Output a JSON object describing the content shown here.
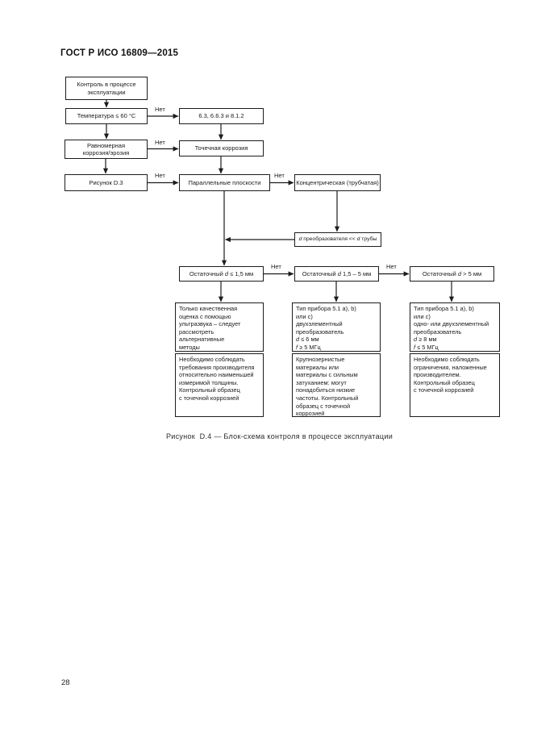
{
  "page": {
    "header": "ГОСТ Р ИСО 16809—2015",
    "caption": "Рисунок  D.4 — Блок-схема контроля в процессе эксплуатации",
    "number": "28"
  },
  "labels": {
    "no": "Нет"
  },
  "flowchart": {
    "control": "Контроль в процессе\nэксплуатации",
    "temperature": "Температура ≤ 60 °С",
    "sections": "6.3, 6.6.3 и 8.1.2",
    "uniform": "Равномерная\nкоррозия/эрозия",
    "pitting": "Точечная коррозия",
    "figure_d3": "Рисунок D.3",
    "parallel": "Параллельные плоскости",
    "concentric": "Концентрическая (трубчатая)",
    "transducer": {
      "v1": "d",
      "s1": " преобразователя << ",
      "v2": "d",
      "s2": " трубы"
    },
    "residual1": {
      "pre": "Остаточный ",
      "var": "d",
      "post": " ≤ 1,5 мм"
    },
    "residual2": {
      "pre": "Остаточный ",
      "var": "d",
      "post": " 1,5 – 5 мм"
    },
    "residual3": {
      "pre": "Остаточный ",
      "var": "d",
      "post": " > 5 мм"
    },
    "outcome1": {
      "a": "Только качественная\nоценка с помощью\nультразвука – следует\nрассмотреть\nальтернативные\nметоды",
      "b": "Необходимо соблюдать\nтребования производителя\nотносительно наименьшей\nизмеримой толщины.\nКонтрольный образец\nс точечной коррозией"
    },
    "outcome2": {
      "a_head": "Тип прибора 5.1 a), b)\nили c)\nдвухэлементный\nпреобразователь",
      "d_var": "d",
      "d_rest": " ≤ 6 мм",
      "f_var": "f",
      "f_rest": " ≥ 5 МГц",
      "b": "Крупнозернистые\nматериалы или\nматериалы с сильным\nзатуханием: могут\nпонадобиться низкие\nчастоты. Контрольный\nобразец с точечной\nкоррозией"
    },
    "outcome3": {
      "a_head": "Тип прибора 5.1 a), b)\nили c)\nодно- или двухэлементный\nпреобразователь",
      "d_var": "d",
      "d_rest": " ≥ 8 мм",
      "f_var": "f",
      "f_rest": " ≤ 5 МГц",
      "b": "Необходимо соблюдать\nограничения, наложенные\nпроизводителем.\nКонтрольный образец\nс точечной коррозией"
    }
  }
}
